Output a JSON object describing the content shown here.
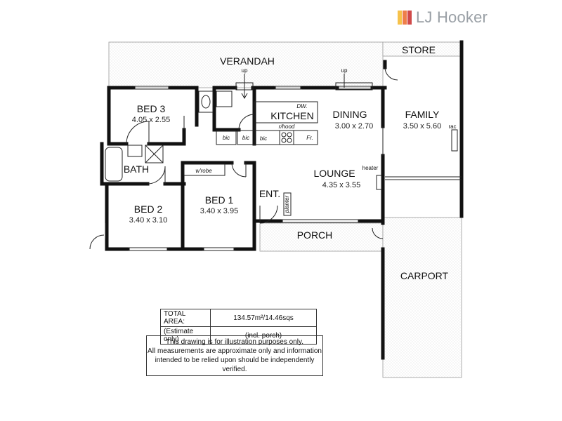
{
  "brand": {
    "name": "LJ Hooker",
    "mark_colors": [
      "#f6c24b",
      "#ee7f4a",
      "#d04a4a"
    ],
    "text_color": "#9aa0a6"
  },
  "rooms": {
    "verandah": "VERANDAH",
    "store": "STORE",
    "bed3": {
      "name": "BED 3",
      "size": "4.05 x 2.55"
    },
    "kitchen": "KITCHEN",
    "dining": {
      "name": "DINING",
      "size": "3.00 x 2.70"
    },
    "family": {
      "name": "FAMILY",
      "size": "3.50 x 5.60"
    },
    "bath": "BATH",
    "bed1": {
      "name": "BED 1",
      "size": "3.40 x 3.95"
    },
    "bed2": {
      "name": "BED 2",
      "size": "3.40 x 3.10"
    },
    "lounge": {
      "name": "LOUNGE",
      "size": "4.35 x 3.55"
    },
    "entry": "ENT.",
    "porch": "PORCH",
    "carport": "CARPORT"
  },
  "fixtures": {
    "up_left": "up",
    "up_right": "up",
    "dishwasher": "DW.",
    "rangehood": "r/hood",
    "fridge": "Fr.",
    "bic_1": "bic",
    "bic_2": "bic",
    "bic_3": "bic",
    "wardrobe": "w'robe",
    "heater": "heater",
    "planter": "planter",
    "rack": "rac"
  },
  "area": {
    "label1": "TOTAL AREA:",
    "value1": "134.57m²/14.46sqs",
    "label2": "(Estimate only)",
    "value2": "(incl. porch)"
  },
  "disclaimer": {
    "line1": "This drawing is for illustration purposes only.",
    "line2": "All measurements are approximate only and information",
    "line3": "intended to be relied upon should be independently verified."
  }
}
